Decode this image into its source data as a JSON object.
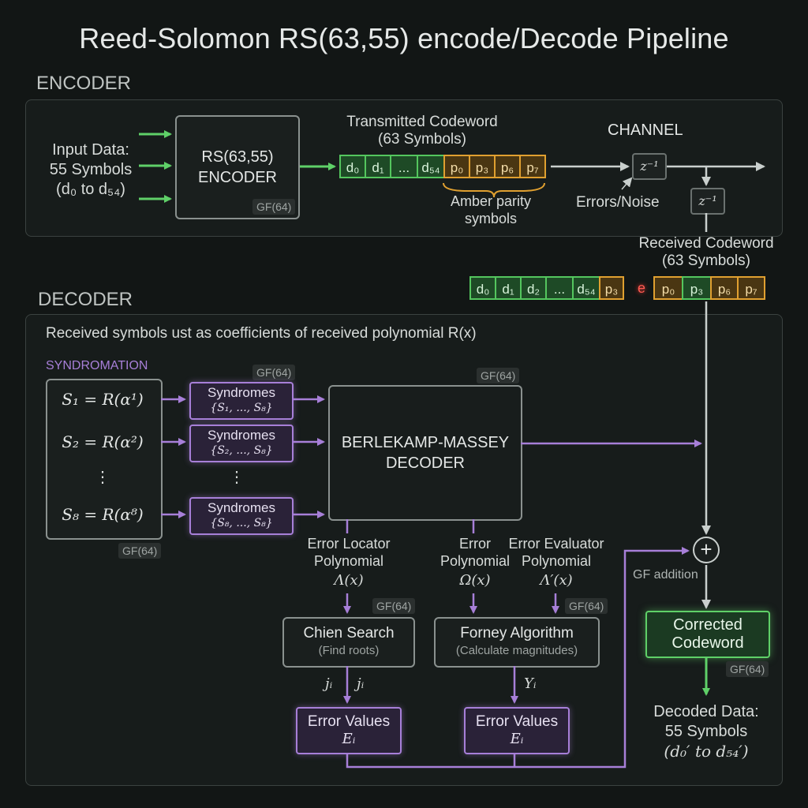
{
  "title": "Reed-Solomon RS(63,55) encode/Decode Pipeline",
  "encoder": {
    "section_label": "ENCODER",
    "input_line1": "Input Data:",
    "input_line2": "55 Symbols",
    "input_line3": "(d₀ to d₅₄)",
    "encoder_line1": "RS(63,55)",
    "encoder_line2": "ENCODER",
    "gf_tag": "GF(64)",
    "transmitted_line1": "Transmitted Codeword",
    "transmitted_line2": "(63 Symbols)",
    "transmitted_cells": [
      {
        "text": "d₀",
        "kind": "g"
      },
      {
        "text": "d₁",
        "kind": "g"
      },
      {
        "text": "...",
        "kind": "g"
      },
      {
        "text": "d₅₄",
        "kind": "g"
      },
      {
        "text": "p₀",
        "kind": "a"
      },
      {
        "text": "p₃",
        "kind": "a"
      },
      {
        "text": "p₆",
        "kind": "a"
      },
      {
        "text": "p₇",
        "kind": "a"
      }
    ],
    "parity_line1": "Amber parity",
    "parity_line2": "symbols"
  },
  "channel": {
    "label": "CHANNEL",
    "delay1": "z⁻¹",
    "delay2": "z⁻¹",
    "noise_label": "Errors/Noise",
    "received_line1": "Received Codeword",
    "received_line2": "(63 Symbols)",
    "received_cells": [
      {
        "text": "d₀",
        "kind": "g"
      },
      {
        "text": "d₁",
        "kind": "g"
      },
      {
        "text": "d₂",
        "kind": "g"
      },
      {
        "text": "...",
        "kind": "g"
      },
      {
        "text": "d₅₄",
        "kind": "g"
      },
      {
        "text": "p₃",
        "kind": "a"
      }
    ],
    "error_marker": "e",
    "received_cells_b": [
      {
        "text": "p₀",
        "kind": "a"
      },
      {
        "text": "p₃",
        "kind": "g"
      },
      {
        "text": "p₆",
        "kind": "a"
      },
      {
        "text": "p₇",
        "kind": "a"
      }
    ]
  },
  "decoder": {
    "section_label": "DECODER",
    "description": "Received symbols ust as coefficients of received polynomial R(x)",
    "syndromation_label": "SYNDROMATION",
    "gf_tag": "GF(64)",
    "syndrome_equations": [
      "S₁ = R(α¹)",
      "S₂ = R(α²)",
      "⋮",
      "S₈ = R(α⁸)"
    ],
    "syndrome_boxes": [
      {
        "line1": "Syndromes",
        "line2": "{S₁, ..., S₈}"
      },
      {
        "line1": "Syndromes",
        "line2": "{S₂, ..., S₈}"
      },
      {
        "line1": "Syndromes",
        "line2": "{S₈, ..., S₈}"
      }
    ],
    "vdots": "⋮",
    "bm_line1": "BERLEKAMP-MASSEY",
    "bm_line2": "DECODER",
    "locator_line1": "Error Locator",
    "locator_line2": "Polynomial",
    "locator_math": "Λ(x)",
    "errpoly_line1": "Error",
    "errpoly_line2": "Polynomial",
    "errpoly_math": "Ω(x)",
    "evaluator_line1": "Error Evaluator",
    "evaluator_line2": "Polynomial",
    "evaluator_math": "Λ′(x)",
    "chien_title": "Chien Search",
    "chien_sub": "(Find roots)",
    "forney_title": "Forney Algorithm",
    "forney_sub": "(Calculate magnitudes)",
    "ji_a": "jᵢ",
    "ji_b": "jᵢ",
    "yi": "Yᵢ",
    "ev1_line1": "Error Values",
    "ev1_line2": "Eᵢ",
    "ev2_line1": "Error Values",
    "ev2_line2": "Eᵢ",
    "adder_symbol": "+",
    "gf_addition": "GF addition",
    "corrected_line1": "Corrected",
    "corrected_line2": "Codeword",
    "decoded_line1": "Decoded Data:",
    "decoded_line2": "55 Symbols",
    "decoded_line3": "(d₀′ to d₅₄′)"
  },
  "colors": {
    "green": "#5fd068",
    "amber": "#e0a030",
    "purple": "#a77fd8",
    "arrow_gray": "#c9cfcd",
    "background": "#121615"
  }
}
